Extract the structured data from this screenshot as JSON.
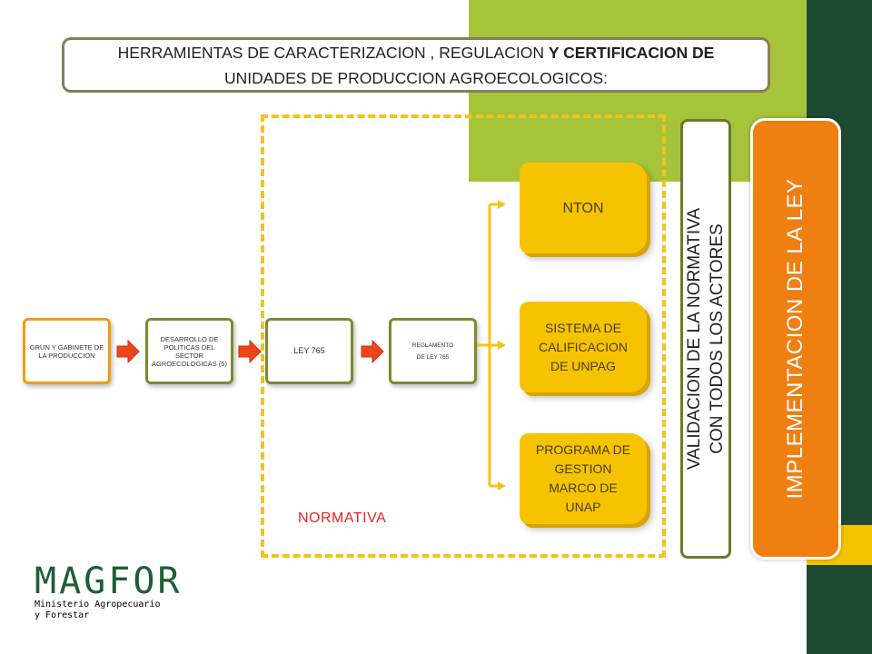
{
  "title": {
    "line1_regular": "HERRAMIENTAS DE CARACTERIZACION , REGULACION ",
    "line1_bold": "Y CERTIFICACION DE",
    "line2": "UNIDADES DE PRODUCCION AGROECOLOGICOS:"
  },
  "flow": {
    "step1": "GRUN Y GABINETE DE LA PRODUCCION",
    "step2": "DESARROLLO DE POLITICAS DEL SECTOR AGROECOLOGICAS (5)",
    "step3": "LEY 765",
    "step4_line1": "REGLAMENTO",
    "step4_line2": "DE LEY 765"
  },
  "normativa_label": "NORMATIVA",
  "instruments": {
    "nton": "NTON",
    "sistema": "SISTEMA DE CALIFICACION DE UNPAG",
    "programa": "PROGRAMA DE GESTION MARCO DE UNAP"
  },
  "validacion": {
    "line1": "VALIDACION DE LA NORMATIVA",
    "line2": "CON  TODOS LOS ACTORES"
  },
  "implementacion": "IMPLEMENTACION DE LA LEY",
  "logo": {
    "name": "MAGFOR",
    "sub_line1": "Ministerio Agropecuario",
    "sub_line2": "y Forestar"
  },
  "colors": {
    "green_band": "#a6c43a",
    "dark_green": "#1e4a33",
    "yellow": "#f6c300",
    "orange": "#f07f11",
    "arrow_red": "#f0441a"
  }
}
